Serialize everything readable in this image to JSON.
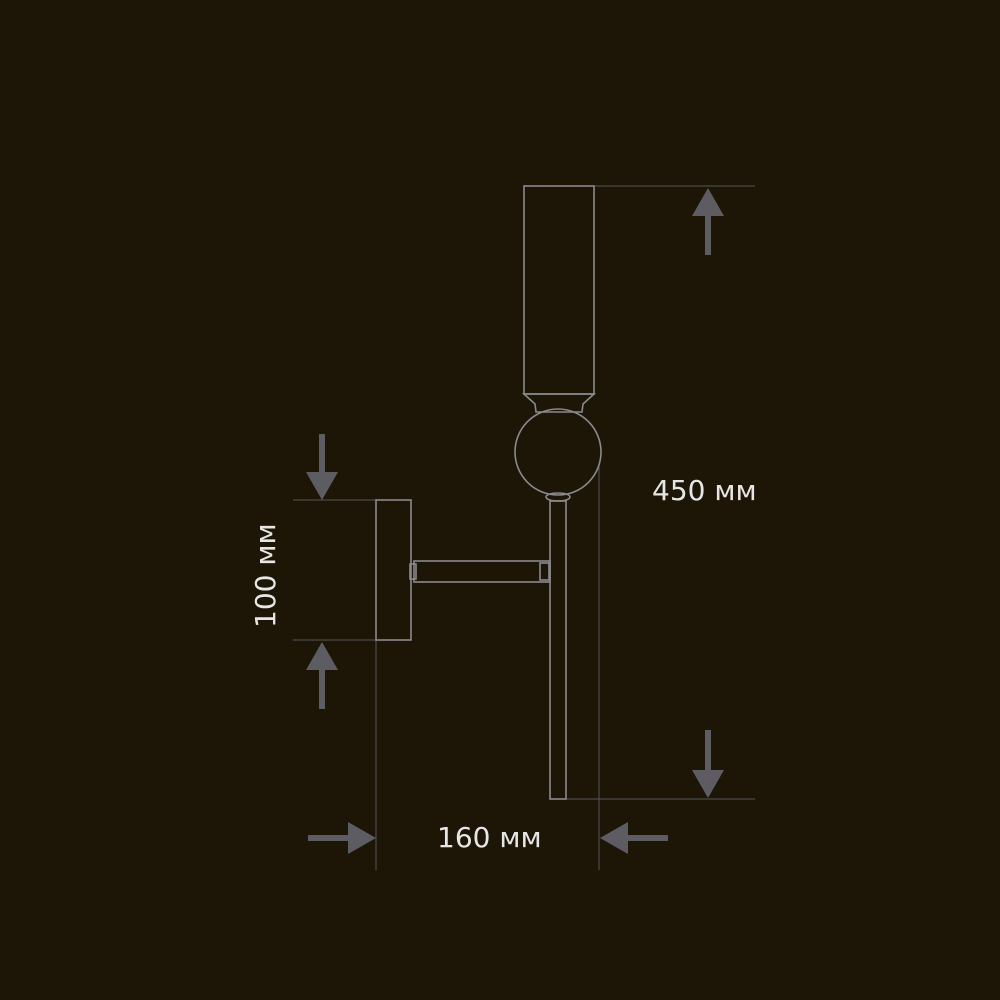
{
  "dimensions": {
    "height_label": "450 мм",
    "width_label": "160 мм",
    "base_label": "100 мм"
  },
  "colors": {
    "background": "#1d1606",
    "outline": "#8a8a8e",
    "arrow": "#5c5c62",
    "extension_line": "#55555a",
    "text": "#e6e6e6"
  },
  "icons": {
    "up_arrow": "arrow-up-icon",
    "down_arrow": "arrow-down-icon",
    "right_arrow": "arrow-right-icon",
    "left_arrow": "arrow-left-icon"
  }
}
